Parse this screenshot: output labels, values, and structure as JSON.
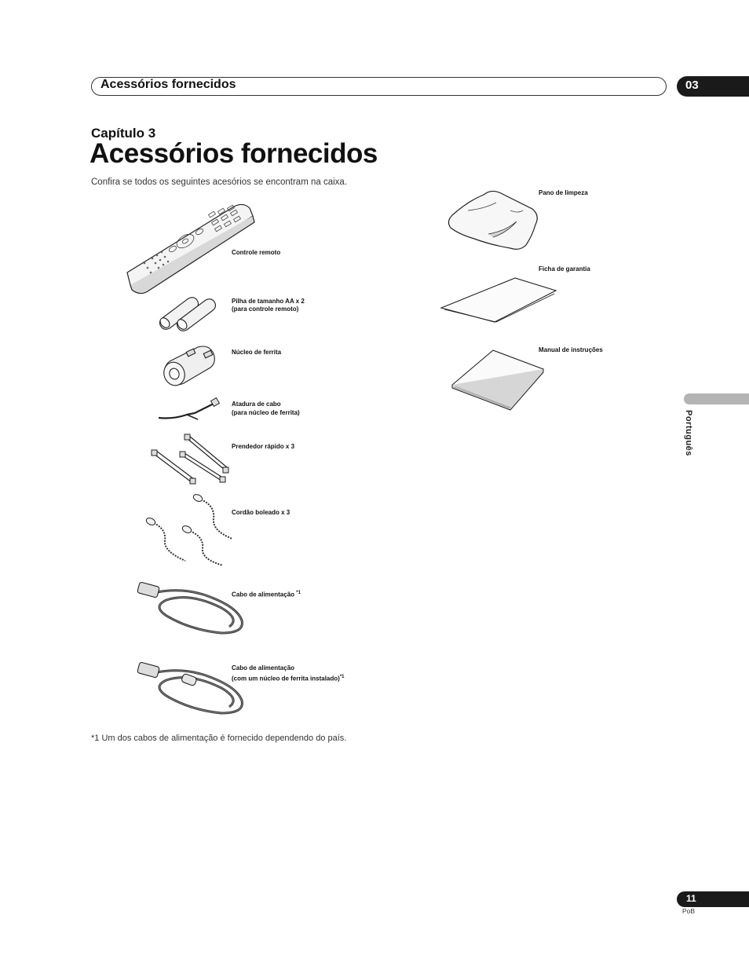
{
  "header": {
    "section_title": "Acessórios fornecidos",
    "chapter_number": "03"
  },
  "chapter": {
    "kicker": "Capítulo 3",
    "title": "Acessórios fornecidos"
  },
  "intro": "Confira se todos os seguintes acesórios se encontram na caixa.",
  "items": {
    "remote": "Controle remoto",
    "batteries_1": "Pilha de tamanho AA x 2",
    "batteries_2": "(para controle remoto)",
    "ferrite": "Núcleo de ferrita",
    "tie_1": "Atadura de cabo",
    "tie_2": "(para núcleo de ferrita)",
    "clamp": "Prendedor rápido x 3",
    "bead": "Cordão boleado x 3",
    "power1": "Cabo de alimentação ",
    "power1_sup": "*1",
    "power2_1": "Cabo de alimentação",
    "power2_2": "(com um núcleo de ferrita instalado)",
    "power2_sup": "*1",
    "cloth": "Pano de limpeza",
    "warranty": "Ficha de garantia",
    "manual": "Manual de instruções"
  },
  "footnote": "*1  Um dos cabos de alimentação é fornecido dependendo do país.",
  "side_language": "Português",
  "footer": {
    "page_number": "11",
    "code": "PoB"
  }
}
